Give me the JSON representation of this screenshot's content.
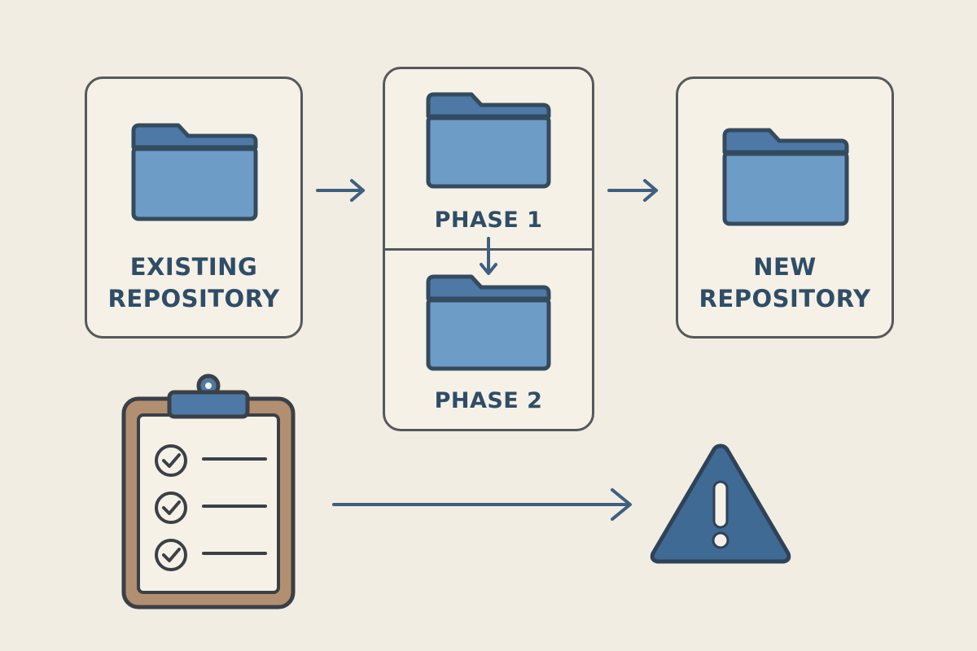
{
  "cards": {
    "existing": {
      "line1": "EXISTING",
      "line2": "REPOSITORY"
    },
    "phases": {
      "phase1": "PHASE 1",
      "phase2": "PHASE 2"
    },
    "new": {
      "line1": "NEW",
      "line2": "REPOSITORY"
    }
  },
  "checklist": {
    "items": 3
  },
  "icons": [
    "folder-icon",
    "arrow-right-icon",
    "arrow-down-icon",
    "clipboard-checklist-icon",
    "check-circle-icon",
    "warning-icon"
  ],
  "colors": {
    "background": "#f1ede3",
    "card_fill": "#f5f1e6",
    "outline": "#55595c",
    "folder_fill": "#6d9cc7",
    "folder_tab": "#4e79a6",
    "dark_blue": "#3f5f7e",
    "text": "#2f4d67",
    "clipboard_frame": "#b28f71"
  }
}
